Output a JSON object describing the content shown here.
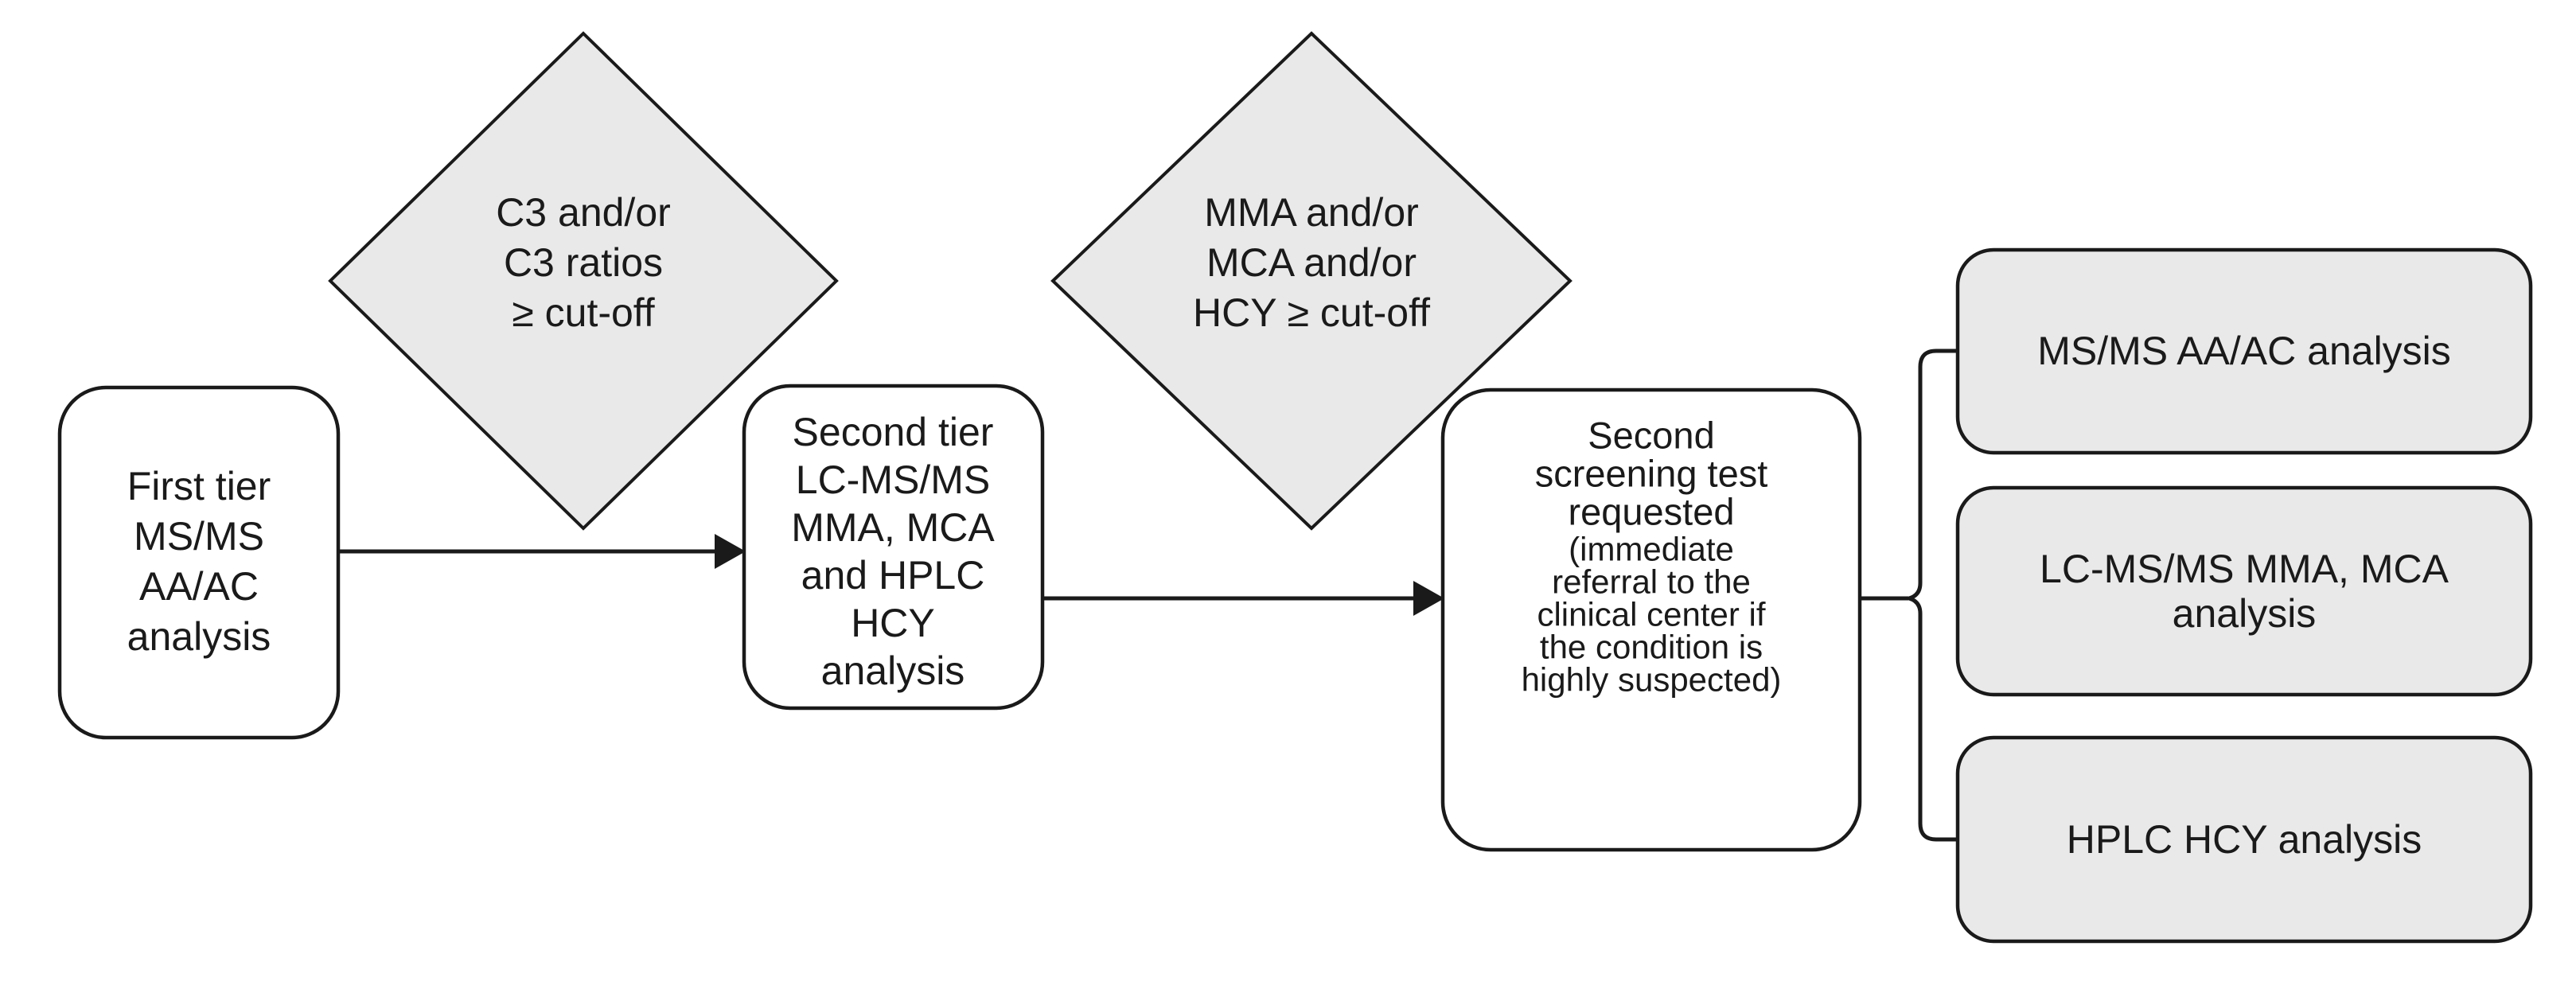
{
  "diagram": {
    "background_color": "#ffffff",
    "stroke_color": "#1a1a1a",
    "gray_fill": "#e9e9e9",
    "white_fill": "#ffffff",
    "nodes": {
      "first_tier": {
        "type": "rounded-rect",
        "lines": [
          "First tier",
          "MS/MS",
          "AA/AC",
          "analysis"
        ]
      },
      "c3_decision": {
        "type": "diamond",
        "lines": [
          "C3 and/or",
          "C3 ratios",
          "≥ cut-off"
        ]
      },
      "second_tier": {
        "type": "rounded-rect",
        "lines": [
          "Second tier",
          "LC-MS/MS",
          "MMA, MCA",
          "and HPLC",
          "HCY",
          "analysis"
        ]
      },
      "mma_decision": {
        "type": "diamond",
        "lines": [
          "MMA and/or",
          "MCA and/or",
          "HCY ≥ cut-off"
        ]
      },
      "second_screening": {
        "type": "rounded-rect",
        "lines": [
          "Second",
          "screening test",
          "requested"
        ],
        "note_lines": [
          "(immediate",
          "referral to the",
          "clinical center if",
          "the condition is",
          "highly suspected)"
        ]
      },
      "result_msms": {
        "type": "rounded-rect-gray",
        "lines": [
          "MS/MS AA/AC analysis"
        ]
      },
      "result_lcms": {
        "type": "rounded-rect-gray",
        "lines": [
          "LC-MS/MS MMA, MCA",
          "analysis"
        ]
      },
      "result_hplc": {
        "type": "rounded-rect-gray",
        "lines": [
          "HPLC HCY analysis"
        ]
      }
    }
  }
}
